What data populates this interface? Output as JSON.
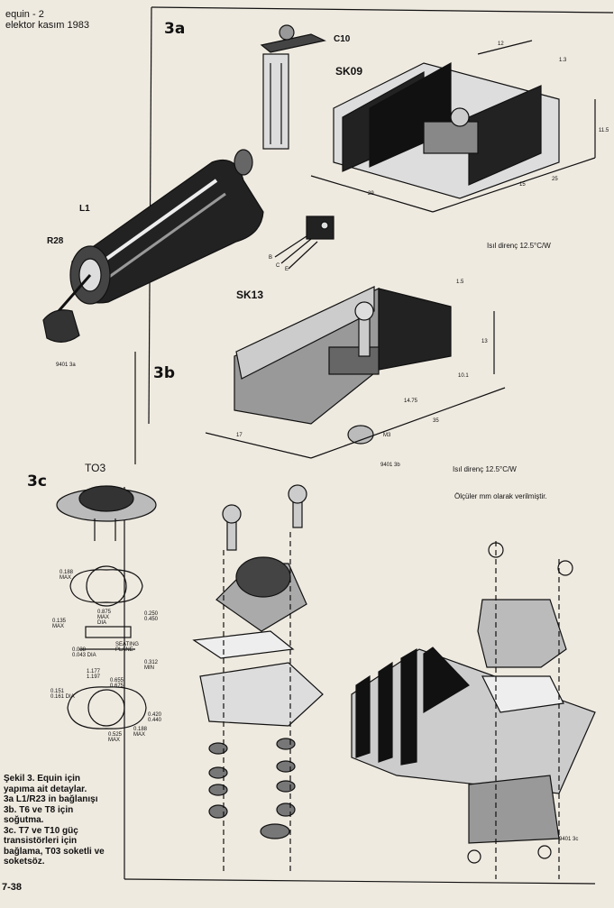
{
  "header": {
    "line1": "equin - 2",
    "line2": "elektor kasım 1983"
  },
  "figures": {
    "fig_3a": "3a",
    "fig_3b": "3b",
    "fig_3c": "3c"
  },
  "labels": {
    "c10": "C10",
    "l1": "L1",
    "r28": "R28",
    "sk09": "SK09",
    "sk13": "SK13",
    "to3": "TO3",
    "b": "B",
    "c": "C",
    "e": "E",
    "m3": "M3",
    "ref_3a": "9401 3a",
    "ref_3b": "9401 3b",
    "ref_3c": "9401 3c"
  },
  "dimensions": {
    "sk09": {
      "d12": "12",
      "d13": "1.3",
      "d115": "11.5",
      "d29": "29",
      "d15": "15",
      "d25": "25"
    },
    "sk13": {
      "d15": "1.5",
      "d13": "13",
      "d101": "10.1",
      "d1475": "14.75",
      "d35": "35",
      "d17": "17"
    }
  },
  "to3_drawing": {
    "t1": "0.188\nMAX",
    "t2": "0.875\nMAX\nDIA",
    "t3": "0.135\nMAX",
    "t4": "0.250\n0.450",
    "t5": "SEATING\nPLANE",
    "t6": "0.312\nMIN",
    "t7": "0.038\n0.043 DIA",
    "t8": "1.177\n1.197",
    "t9": "0.655\n0.675",
    "t10": "0.525\nMAX",
    "t11": "0.151\n0.161 DIA",
    "t12": "0.420\n0.440",
    "t13": "0.188\nMAX"
  },
  "notes": {
    "thermal_3a": "Isıl direnç 12.5°C/W",
    "thermal_3b": "Isıl direnç 12.5°C/W",
    "units": "Ölçüler mm olarak verilmiştir."
  },
  "caption": {
    "l1": "Şekil 3. Equin için",
    "l2": "yapıma ait detaylar.",
    "l3": "3a L1/R23 in bağlanışı",
    "l4": "3b. T6 ve T8 için",
    "l5": "soğutma.",
    "l6": "3c. T7 ve T10 güç",
    "l7": "transistörleri için",
    "l8": "bağlama, T03 soketli ve",
    "l9": "soketsöz."
  },
  "page_number": "7-38",
  "colors": {
    "paper": "#efeae0",
    "ink": "#111111"
  }
}
